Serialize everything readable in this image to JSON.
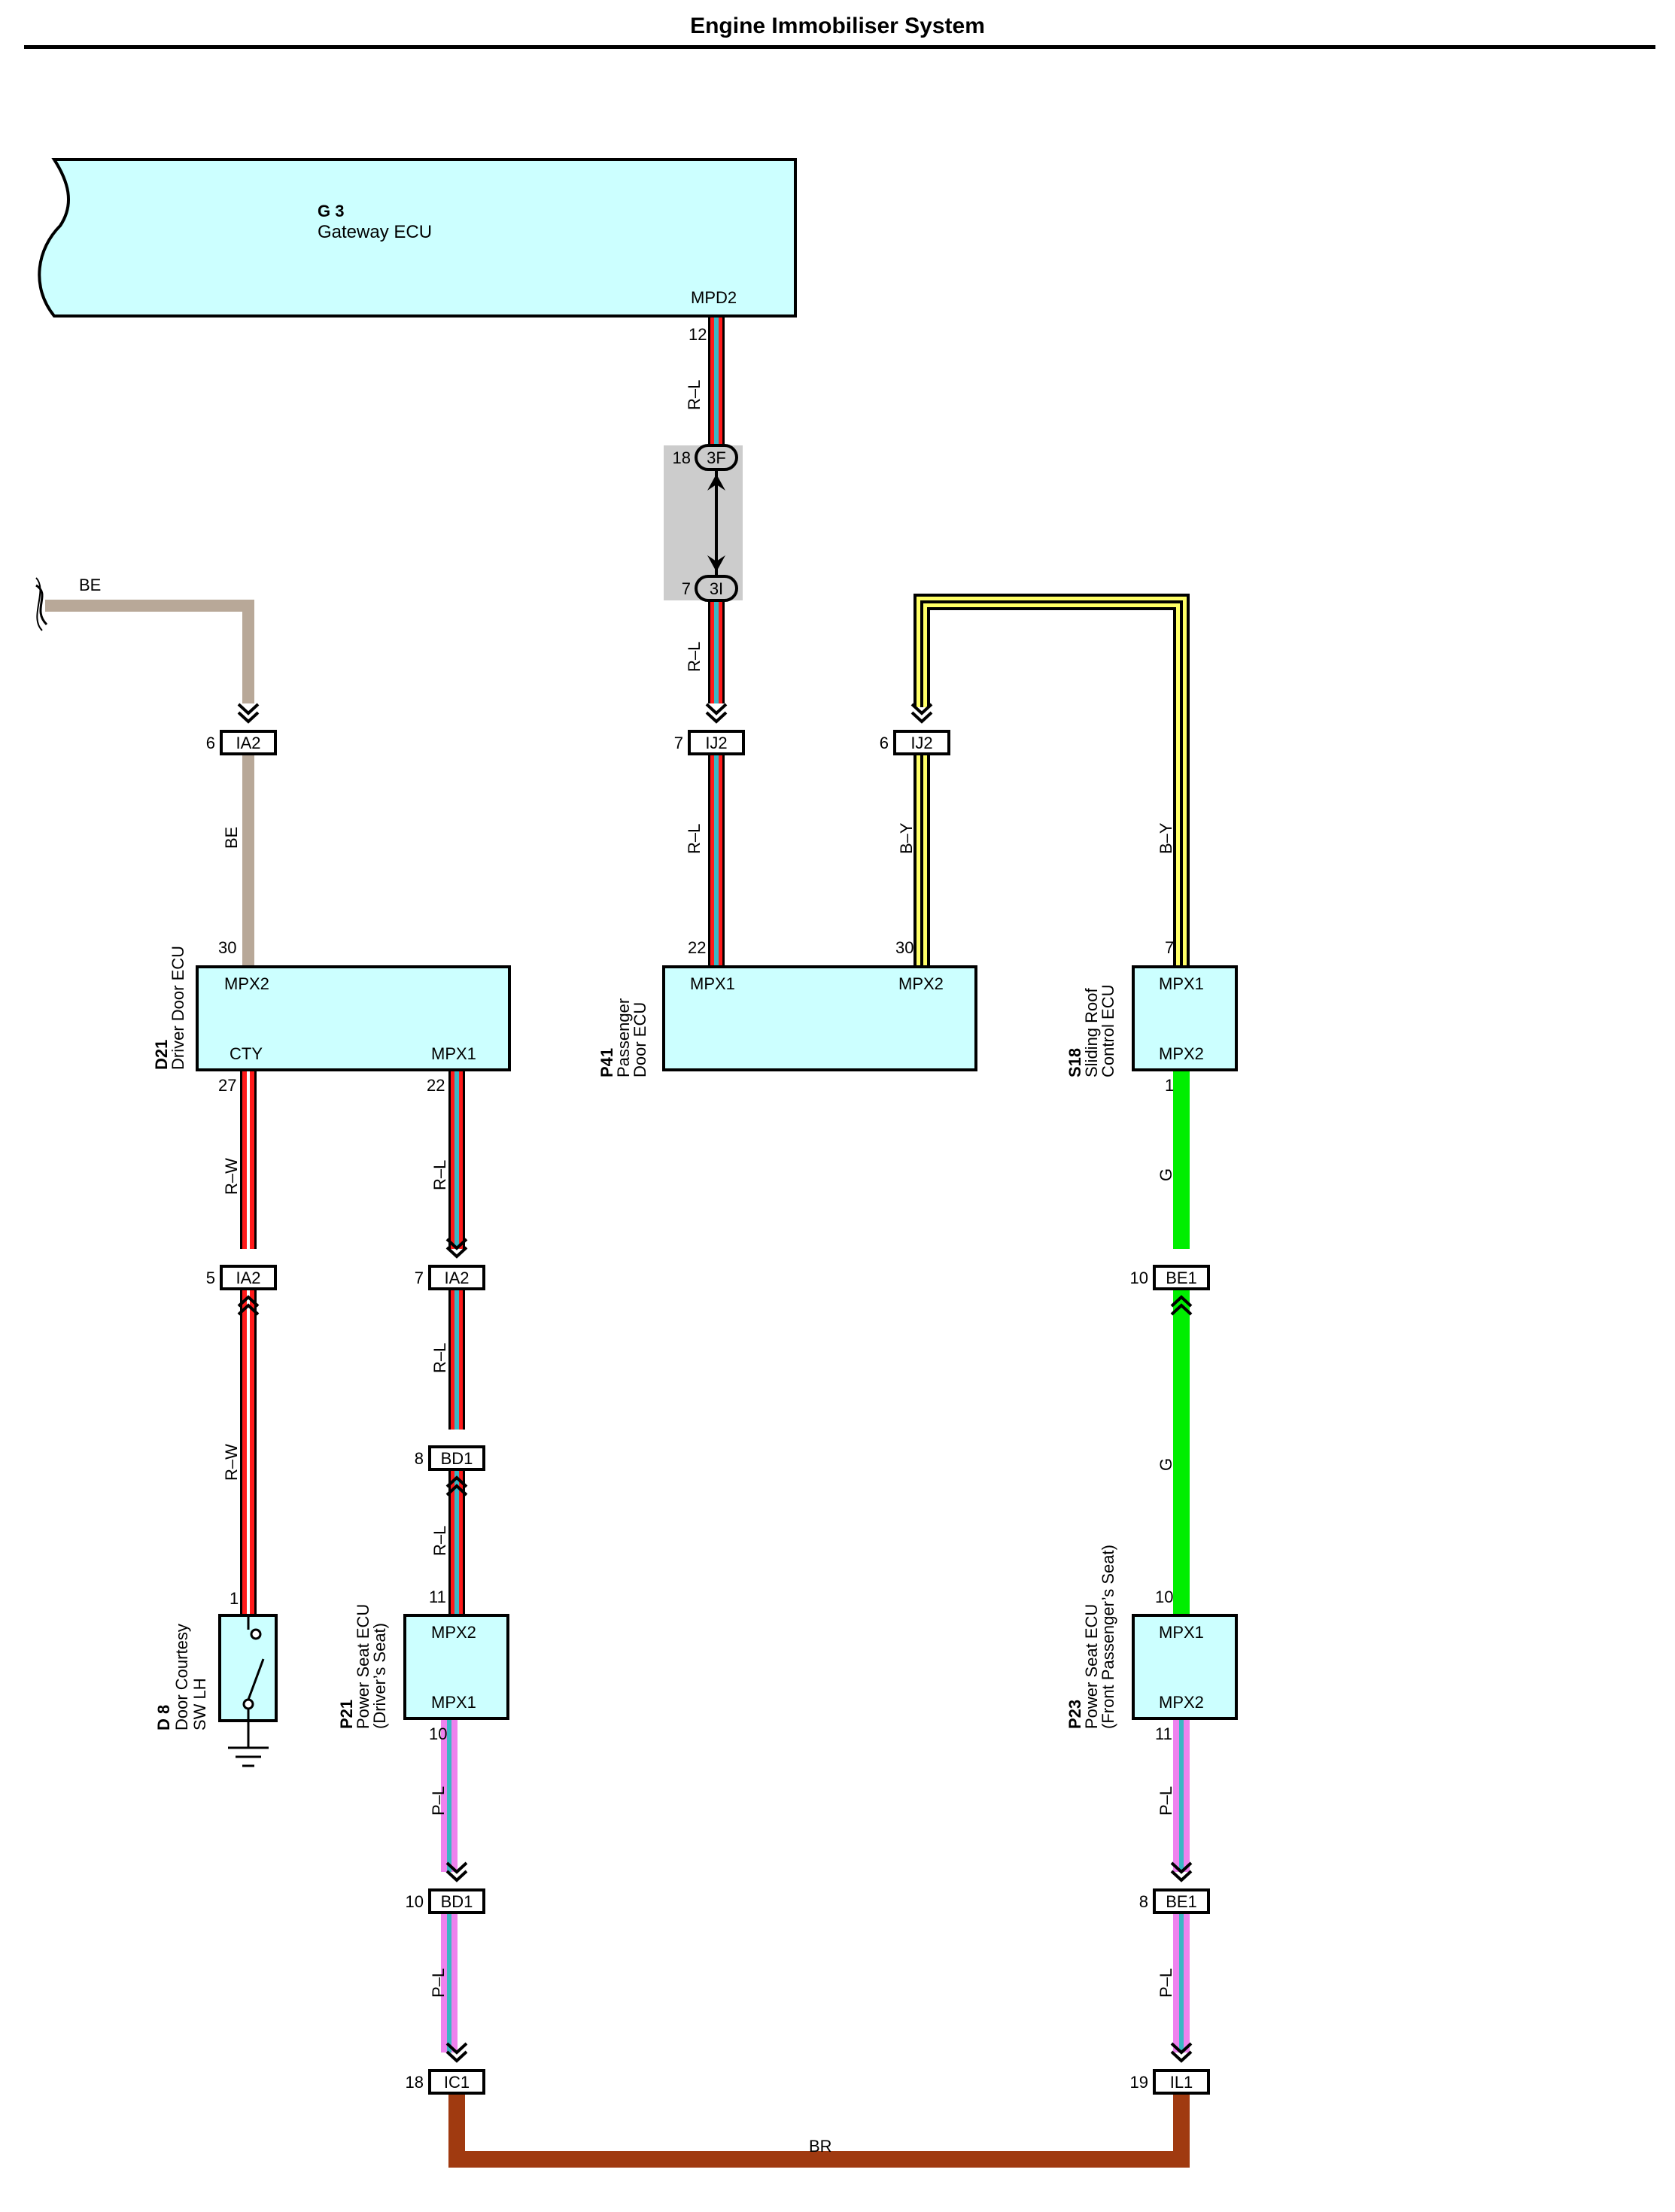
{
  "title": "Engine Immobiliser System",
  "colors": {
    "ecu_fill": "#ccffff",
    "red": "#ff1a1a",
    "blue": "#3ab7c4",
    "pink": "#ee82ee",
    "yellow": "#ffff66",
    "green": "#00ee00",
    "brown": "#a03a10",
    "tan": "#b8a898",
    "junction_box": "#cccccc"
  },
  "components": {
    "g3": {
      "code": "G 3",
      "name": "Gateway ECU",
      "pin_label": "MPD2"
    },
    "d21": {
      "code": "D21",
      "name": "Driver Door ECU",
      "pin_top": "MPX2",
      "pin_bl": "CTY",
      "pin_br": "MPX1"
    },
    "p41": {
      "code": "P41",
      "name1": "Passenger",
      "name2": "Door ECU",
      "pin_l": "MPX1",
      "pin_r": "MPX2"
    },
    "s18": {
      "code": "S18",
      "name1": "Sliding Roof",
      "name2": "Control ECU",
      "pin_top": "MPX1",
      "pin_bot": "MPX2"
    },
    "d8": {
      "code": "D 8",
      "name1": "Door Courtesy",
      "name2": "SW LH"
    },
    "p21": {
      "code": "P21",
      "name1": "Power Seat ECU",
      "name2": "(Driver’s Seat)",
      "pin_top": "MPX2",
      "pin_bot": "MPX1"
    },
    "p23": {
      "code": "P23",
      "name1": "Power Seat ECU",
      "name2": "(Front Passenger’s Seat)",
      "pin_top": "MPX1",
      "pin_bot": "MPX2"
    }
  },
  "connectors": {
    "ia2_a": {
      "pin": "6",
      "name": "IA2"
    },
    "ij2_a": {
      "pin": "7",
      "name": "IJ2"
    },
    "ij2_b": {
      "pin": "6",
      "name": "IJ2"
    },
    "ia2_b": {
      "pin": "5",
      "name": "IA2"
    },
    "ia2_c": {
      "pin": "7",
      "name": "IA2"
    },
    "bd1_a": {
      "pin": "8",
      "name": "BD1"
    },
    "be1_a": {
      "pin": "10",
      "name": "BE1"
    },
    "bd1_b": {
      "pin": "10",
      "name": "BD1"
    },
    "be1_b": {
      "pin": "8",
      "name": "BE1"
    },
    "ic1": {
      "pin": "18",
      "name": "IC1"
    },
    "il1": {
      "pin": "19",
      "name": "IL1"
    },
    "j3f": {
      "pin": "18",
      "name": "3F"
    },
    "j3i": {
      "pin": "7",
      "name": "3I"
    }
  },
  "pins": {
    "g3_12": "12",
    "d21_30": "30",
    "d21_27": "27",
    "d21_22": "22",
    "p41_22": "22",
    "p41_30": "30",
    "s18_7": "7",
    "s18_1": "1",
    "d8_1": "1",
    "p21_11": "11",
    "p21_10": "10",
    "p23_10": "10",
    "p23_11": "11"
  },
  "wires": {
    "be": "BE",
    "rl": "R–L",
    "by": "B–Y",
    "rw": "R–W",
    "g": "G",
    "pl": "P–L",
    "br": "BR"
  }
}
